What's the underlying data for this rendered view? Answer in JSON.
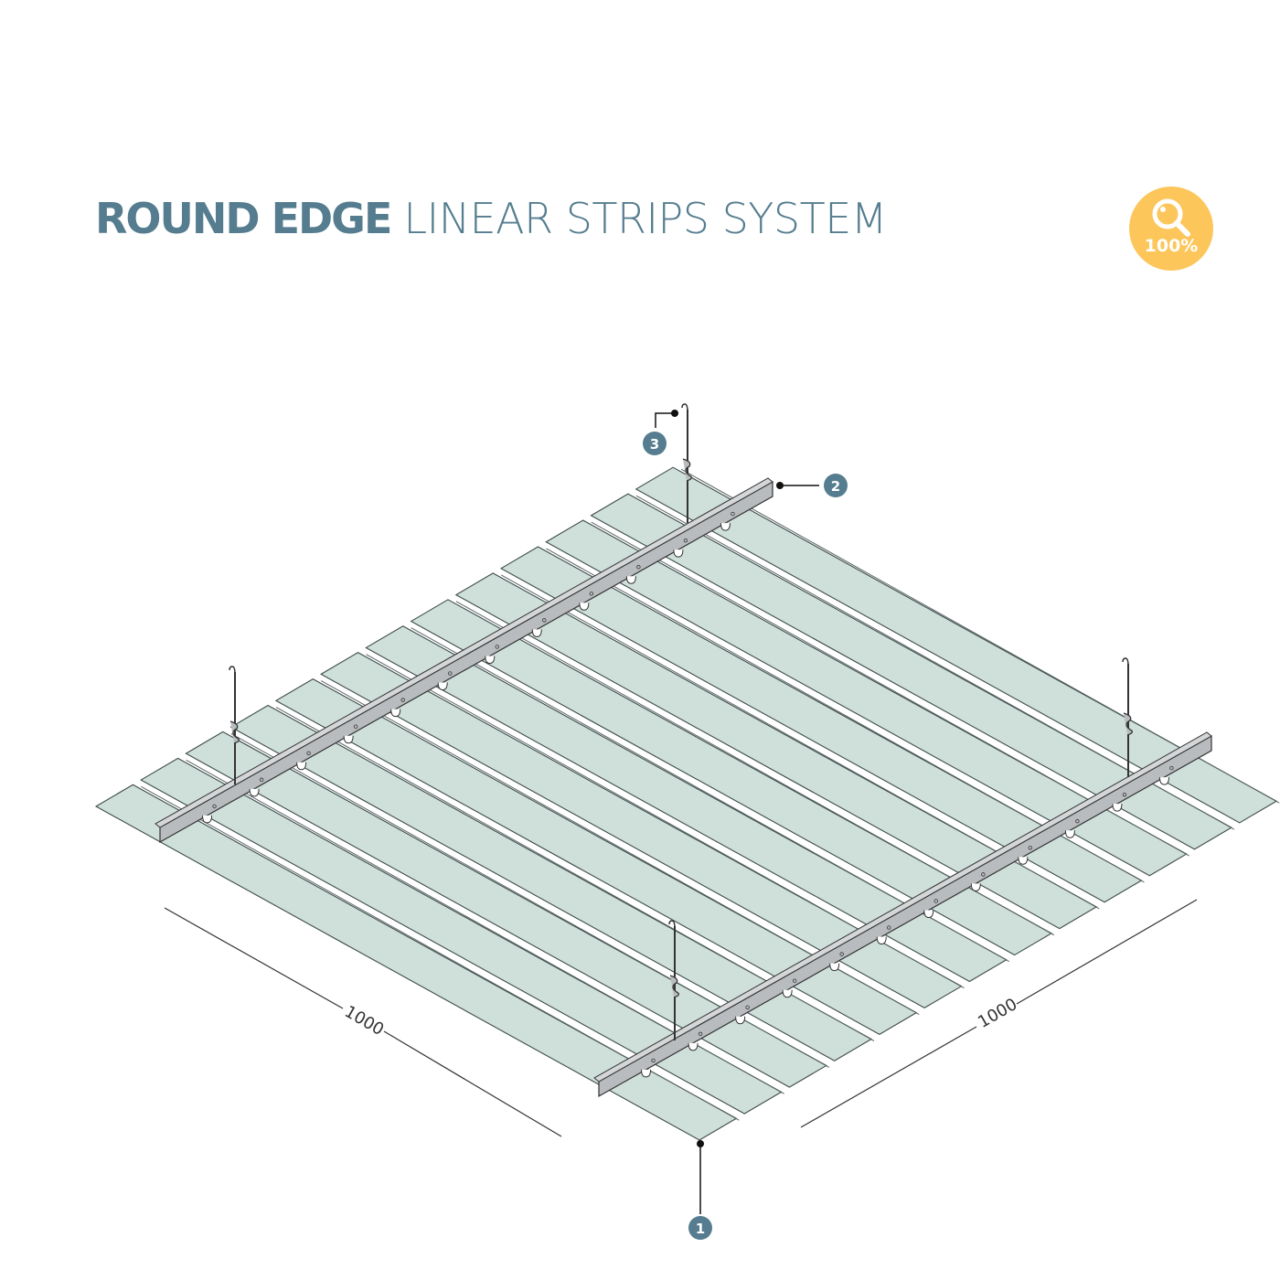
{
  "title": {
    "bold": "ROUND EDGE",
    "light": "LINEAR STRIPS SYSTEM"
  },
  "badge": {
    "icon": "magnifier-icon",
    "label": "100%"
  },
  "dimensions": {
    "left": "1000",
    "right": "1000"
  },
  "callouts": [
    "1",
    "2",
    "3"
  ],
  "colors": {
    "title": "#557d8f",
    "badge": "#fcc65a",
    "strip": "#cfe0da",
    "carrier": "#b9bcbf",
    "callout": "#557d8f"
  },
  "strip_count": 13
}
